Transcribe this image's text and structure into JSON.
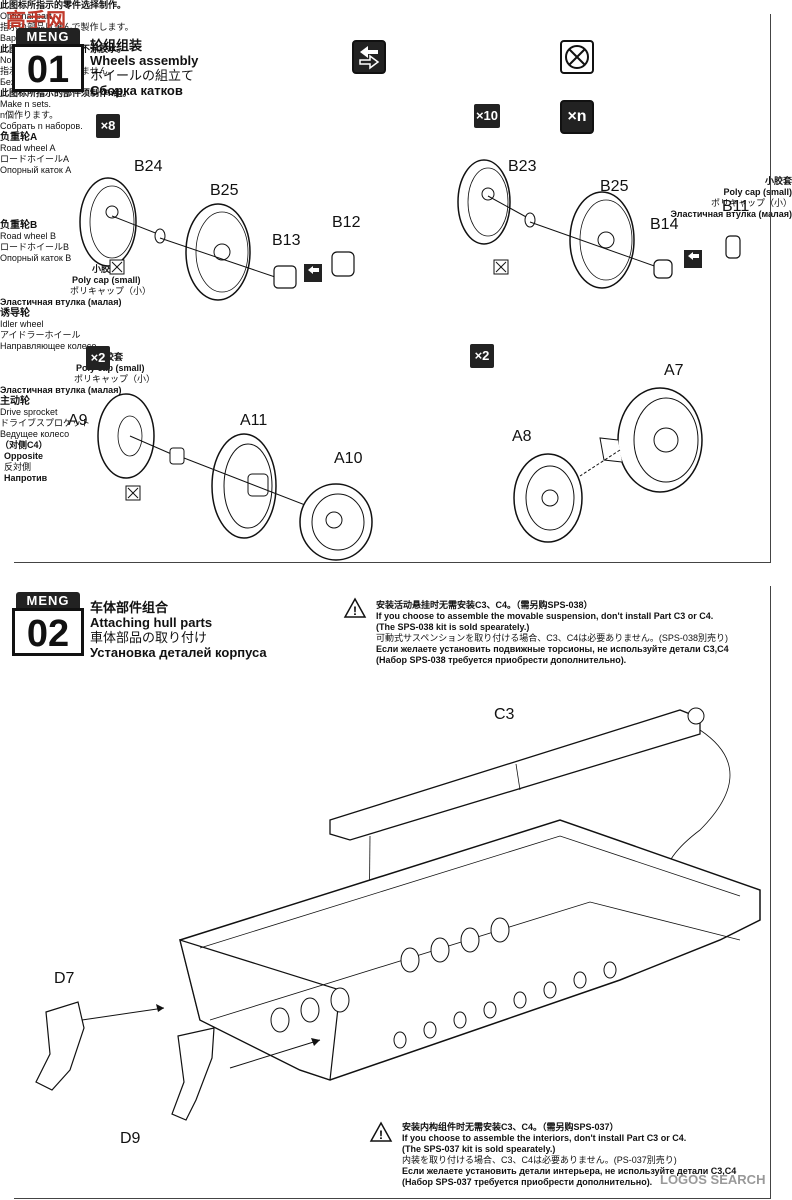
{
  "watermark_top": "高手网",
  "watermark_bottom": "LOGOS SEARCH",
  "step1": {
    "brand": "MENG",
    "number": "01",
    "title_cn": "轮组组装",
    "title_en": "Wheels assembly",
    "title_jp": "ホイールの組立て",
    "title_ru": "Сборка катков"
  },
  "legend": {
    "optional_cn": "此图标所指示的零件选择制作。",
    "optional_en": "Optional part.",
    "optional_jp": "指示の部品は選んで製作します。",
    "optional_ru": "Вариант сборки.",
    "nocement_cn": "此图标所指示的零件不涂胶水。",
    "nocement_en": "No cement.",
    "nocement_jp": "指示の部品は接着しません。",
    "nocement_ru": "Без клея.",
    "nsets_icon": "×n",
    "nsets_cn": "此图标所指示的部件须制作n组。",
    "nsets_en": "Make n sets.",
    "nsets_jp": "n個作ります。",
    "nsets_ru": "Собрать n наборов."
  },
  "road_wheel_a": {
    "cn": "负重轮A",
    "count": "×8",
    "en": "Road wheel A",
    "jp": "ロードホイールA",
    "ru": "Опорный каток А",
    "parts": [
      "B24",
      "B25",
      "B13",
      "B12"
    ]
  },
  "road_wheel_b": {
    "cn": "负重轮B",
    "count": "×10",
    "en": "Road wheel B",
    "jp": "ロードホイールB",
    "ru": "Опорный каток В",
    "parts": [
      "B23",
      "B25",
      "B14",
      "B11"
    ]
  },
  "poly_cap": {
    "cn": "小胶套",
    "en": "Poly cap (small)",
    "jp": "ポリキャップ（小）",
    "ru": "Эластичная втулка (малая)"
  },
  "idler": {
    "cn": "诱导轮",
    "count": "×2",
    "en": "Idler wheel",
    "jp": "アイドラーホイール",
    "ru": "Направляющее колесо",
    "parts": [
      "A9",
      "A11",
      "A10"
    ]
  },
  "sprocket": {
    "cn": "主动轮",
    "count": "×2",
    "en": "Drive sprocket",
    "jp": "ドライブスプロケット",
    "ru": "Ведущее колесо",
    "parts": [
      "A7",
      "A8"
    ]
  },
  "step2": {
    "brand": "MENG",
    "number": "02",
    "title_cn": "车体部件组合",
    "title_en": "Attaching hull parts",
    "title_jp": "車体部品の取り付け",
    "title_ru": "Установка деталей корпуса"
  },
  "warning1": {
    "cn": "安装活动悬挂时无需安装C3、C4。（需另购SPS-038）",
    "en1": "If you choose to assemble the movable suspension, don't install Part C3 or C4.",
    "en2": "(The SPS-038 kit is sold spearately.)",
    "jp": "可動式サスペンションを取り付ける場合、C3、C4は必要ありません。(SPS-038別売り)",
    "ru1": "Если желаете установить подвижные торсионы,  не используйте детали C3,C4",
    "ru2": "(Набор SPS-038 требуется приобрести дополнительно)."
  },
  "c3": {
    "part": "C3",
    "opp_cn": "（对侧C4）",
    "opp_en": "Opposite",
    "opp_jp": "反対側",
    "opp_ru": "Напротив"
  },
  "hull_parts": [
    "D7",
    "D9"
  ],
  "warning2": {
    "cn": "安装内构组件时无需安装C3、C4。（需另购SPS-037）",
    "en1": "If you choose to assemble the interiors, don't install Part C3 or C4.",
    "en2": "(The SPS-037 kit is sold spearately.)",
    "jp": "内装を取り付ける場合、C3、C4は必要ありません。(PS-037別売り)",
    "ru1": "Если желаете установить детали интерьера, не используйте детали C3,C4",
    "ru2": "(Набор SPS-037 требуется приобрести дополнительно)."
  }
}
